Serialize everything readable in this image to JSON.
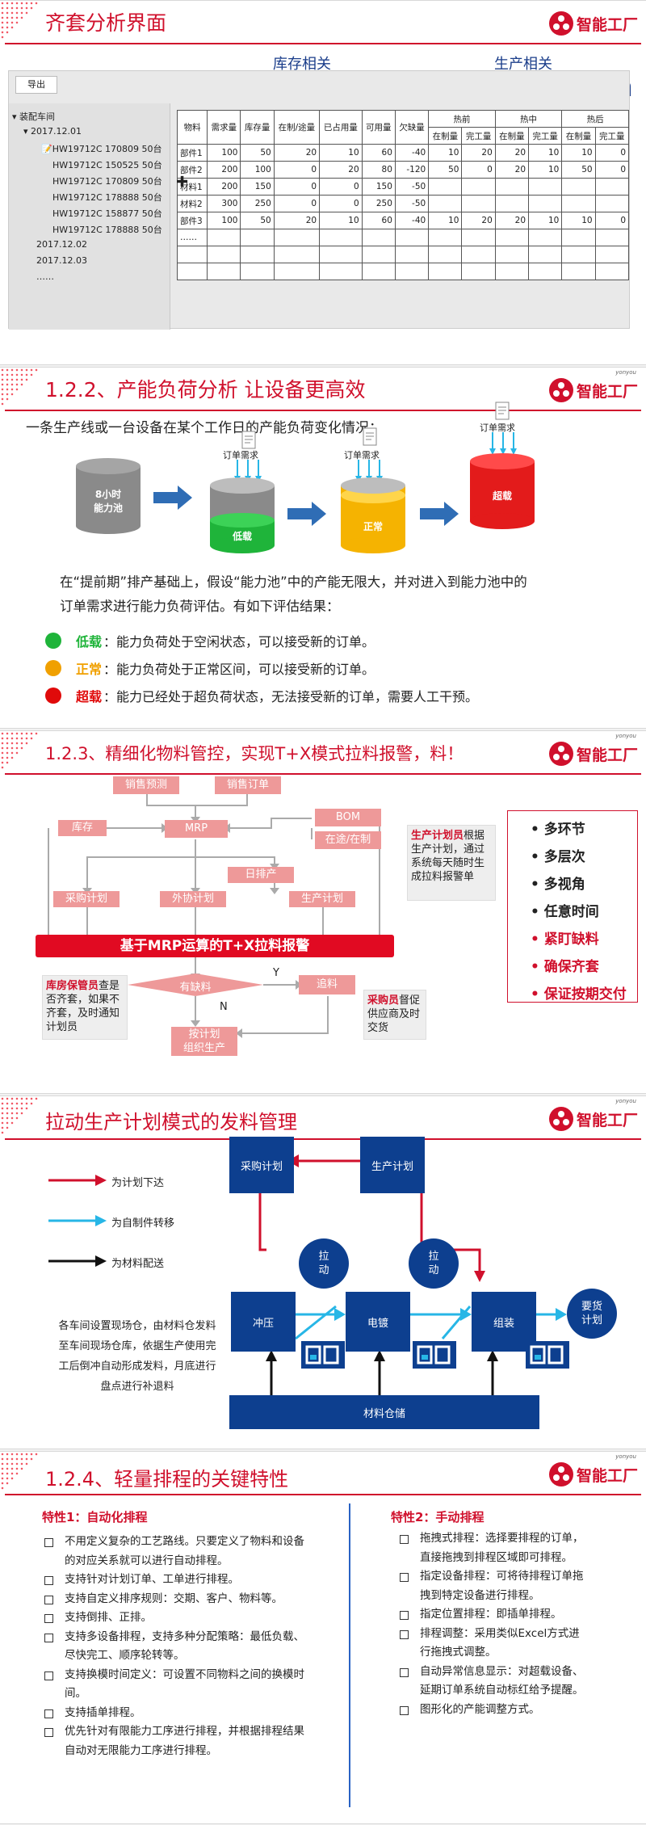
{
  "brand": {
    "name": "智能工厂",
    "sub": "yonyou"
  },
  "slide1": {
    "title": "齐套分析界面",
    "group_inventory": "库存相关",
    "group_production": "生产相关",
    "export_label": "导出",
    "tree": [
      "装配车间",
      "2017.12.01",
      "HW19712C 170809 50台",
      "HW19712C 150525 50台",
      "HW19712C 170809 50台",
      "HW19712C 178888 50台",
      "HW19712C 158877 50台",
      "HW19712C 178888 50台",
      "2017.12.02",
      "2017.12.03",
      "……"
    ],
    "headers": [
      "物料",
      "需求量",
      "库存量",
      "在制/途量",
      "已占用量",
      "可用量",
      "欠缺量"
    ],
    "prod_groups": [
      "热前",
      "热中",
      "热后"
    ],
    "prod_sub": [
      "在制量",
      "完工量"
    ],
    "rows": [
      [
        "部件1",
        "100",
        "50",
        "20",
        "10",
        "60",
        "-40",
        "10",
        "20",
        "20",
        "10",
        "10",
        "0"
      ],
      [
        "部件2",
        "200",
        "100",
        "0",
        "20",
        "80",
        "-120",
        "50",
        "0",
        "20",
        "10",
        "50",
        "0"
      ],
      [
        "材料1",
        "200",
        "150",
        "0",
        "0",
        "150",
        "-50",
        "",
        "",
        "",
        "",
        "",
        ""
      ],
      [
        "材料2",
        "300",
        "250",
        "0",
        "0",
        "250",
        "-50",
        "",
        "",
        "",
        "",
        "",
        ""
      ],
      [
        "部件3",
        "100",
        "50",
        "20",
        "10",
        "60",
        "-40",
        "10",
        "20",
        "20",
        "10",
        "10",
        "0"
      ],
      [
        "……",
        "",
        "",
        "",
        "",
        "",
        "",
        "",
        "",
        "",
        "",
        "",
        ""
      ]
    ]
  },
  "slide2": {
    "title": "1.2.2、产能负荷分析   让设备更高效",
    "intro": "一条生产线或一台设备在某个工作日的产能负荷变化情况：",
    "order_label": "订单需求",
    "pools": [
      {
        "label": "8小时\n能力池",
        "color": "#8a8a8a"
      },
      {
        "label": "低载",
        "color": "#1fb43a"
      },
      {
        "label": "正常",
        "color": "#f5b301"
      },
      {
        "label": "超载",
        "color": "#e31b1b"
      }
    ],
    "para1": "在“提前期”排产基础上，假设“能力池”中的产能无限大，并对进入到能力池中的",
    "para2": "订单需求进行能力负荷评估。有如下评估结果：",
    "legend": [
      {
        "term": "低载",
        "desc": "：能力负荷处于空闲状态，可以接受新的订单。",
        "color": "#1fb43a"
      },
      {
        "term": "正常",
        "desc": "：能力负荷处于正常区间，可以接受新的订单。",
        "color": "#f0a000"
      },
      {
        "term": "超载",
        "desc": "：能力已经处于超负荷状态，无法接受新的订单，需要人工干预。",
        "color": "#e00a0a"
      }
    ]
  },
  "slide3": {
    "title": "1.2.3、精细化物料管控，实现T+X模式拉料报警，料！",
    "boxes": {
      "sales_forecast": "销售预测",
      "sales_order": "销售订单",
      "inventory": "库存",
      "mrp": "MRP",
      "bom": "BOM",
      "in_transit": "在途/在制",
      "daily_plan": "日排产",
      "purchase_plan": "采购计划",
      "outsource_plan": "外协计划",
      "production_plan": "生产计划",
      "shortage": "有缺料",
      "expedite": "追料",
      "per_plan": "按计划\n组织生产",
      "yes": "Y",
      "no": "N"
    },
    "banner": "基于MRP运算的T+X拉料报警",
    "callout_plan_hl": "生产计划员",
    "callout_plan": "根据生产计划，通过系统每天随时生成拉料报警单",
    "callout_wh_hl": "库房保管员",
    "callout_wh": "查是否齐套，如果不齐套，及时通知计划员",
    "callout_buyer_hl": "采购员",
    "callout_buyer": "督促供应商及时交货",
    "features": [
      {
        "text": "多环节",
        "color": "#222"
      },
      {
        "text": "多层次",
        "color": "#222"
      },
      {
        "text": "多视角",
        "color": "#222"
      },
      {
        "text": "任意时间",
        "color": "#222"
      },
      {
        "text": "紧盯缺料",
        "color": "#d0102c"
      },
      {
        "text": "确保齐套",
        "color": "#d0102c"
      },
      {
        "text": "保证按期交付",
        "color": "#d0102c"
      }
    ]
  },
  "slide4": {
    "title": "拉动生产计划模式的发料管理",
    "legend": [
      "为计划下达",
      "为自制件转移",
      "为材料配送"
    ],
    "legend_colors": [
      "#d0102c",
      "#27b6e6",
      "#111111"
    ],
    "purchase_plan": "采购计划",
    "production_plan": "生产计划",
    "pull": "拉\n动",
    "stamping": "冲压",
    "plating": "电镀",
    "assembly": "组装",
    "delivery_plan": "要货\n计划",
    "warehouse": "材料仓储",
    "para": "各车间设置现场仓，由材料仓发料至车间现场仓库，依据生产使用完工后倒冲自动形成发料，月底进行盘点进行补退料"
  },
  "slide5": {
    "title": "1.2.4、轻量排程的关键特性",
    "f1_title": "特性1：自动化排程",
    "f1": [
      "不用定义复杂的工艺路线。只要定义了物料和设备的对应关系就可以进行自动排程。",
      "支持针对计划订单、工单进行排程。",
      "支持自定义排序规则：交期、客户、物料等。",
      "支持倒排、正排。",
      "支持多设备排程，支持多种分配策略：最低负载、尽快完工、顺序轮转等。",
      "支持换模时间定义：可设置不同物料之间的换模时间。",
      "支持插单排程。",
      "优先针对有限能力工序进行排程，并根据排程结果自动对无限能力工序进行排程。"
    ],
    "f2_title": "特性2：手动排程",
    "f2": [
      "拖拽式排程：选择要排程的订单，直接拖拽到排程区域即可排程。",
      "指定设备排程：可将待排程订单拖拽到特定设备进行排程。",
      "指定位置排程：即插单排程。",
      "排程调整：采用类似Excel方式进行拖拽式调整。",
      "自动异常信息显示：对超载设备、延期订单系统自动标红给予提醒。",
      "图形化的产能调整方式。"
    ]
  }
}
